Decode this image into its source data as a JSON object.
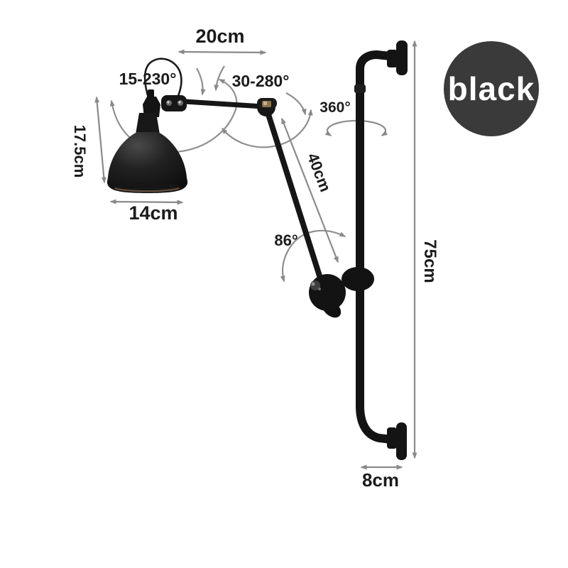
{
  "badge": {
    "label": "black",
    "bg": "#3a3a3b",
    "text_color": "#ffffff"
  },
  "labels": {
    "top_arm_width": "20cm",
    "head_swivel": "15-230°",
    "elbow_swivel": "30-280°",
    "pole_swivel": "360°",
    "shade_height": "17.5cm",
    "shade_diameter": "14cm",
    "arm_length": "40cm",
    "bracket_tilt": "86°",
    "pole_length": "75cm",
    "wall_offset": "8cm"
  },
  "colors": {
    "background": "#ffffff",
    "product_black": "#161616",
    "dimension_gray": "#8a8a8a",
    "label_text": "#1b1b1b"
  }
}
